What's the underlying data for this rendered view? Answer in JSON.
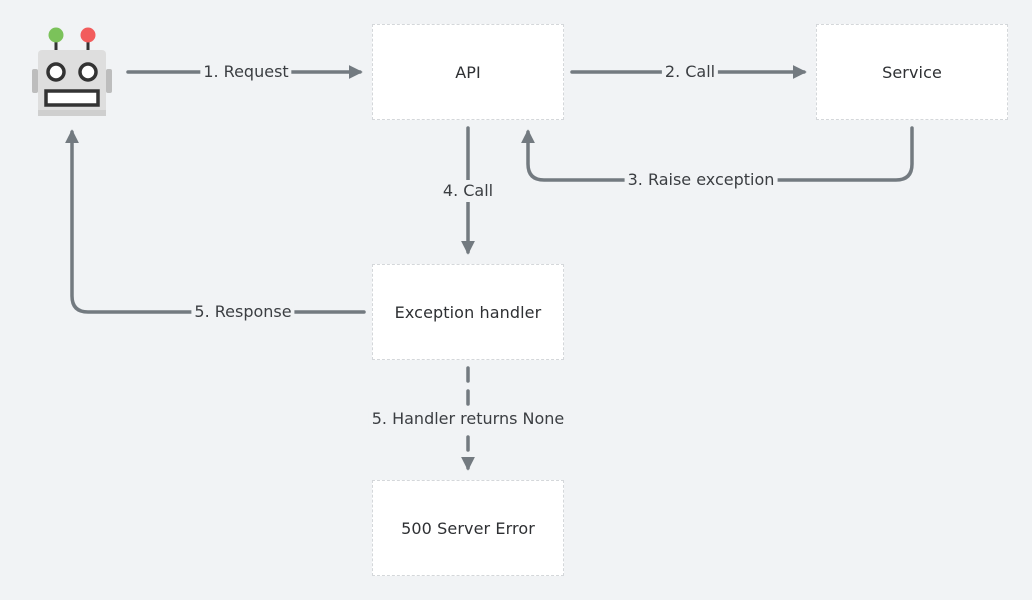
{
  "diagram": {
    "actor": {
      "icon": "robot-icon"
    },
    "nodes": {
      "api": "API",
      "service": "Service",
      "exception_handler": "Exception handler",
      "server_error": "500 Server Error"
    },
    "edges": {
      "request": "1. Request",
      "call_service": "2. Call",
      "raise_exception": "3. Raise exception",
      "call_handler": "4. Call",
      "response": "5. Response",
      "handler_returns_none": "5. Handler returns None"
    }
  },
  "colors": {
    "background": "#f1f3f5",
    "node_fill": "#ffffff",
    "node_border": "#d4d7da",
    "connector": "#737a80",
    "text": "#2e3033",
    "robot_body": "#dedede",
    "robot_antenna_left": "#7bc25a",
    "robot_antenna_right": "#f25c5c"
  }
}
